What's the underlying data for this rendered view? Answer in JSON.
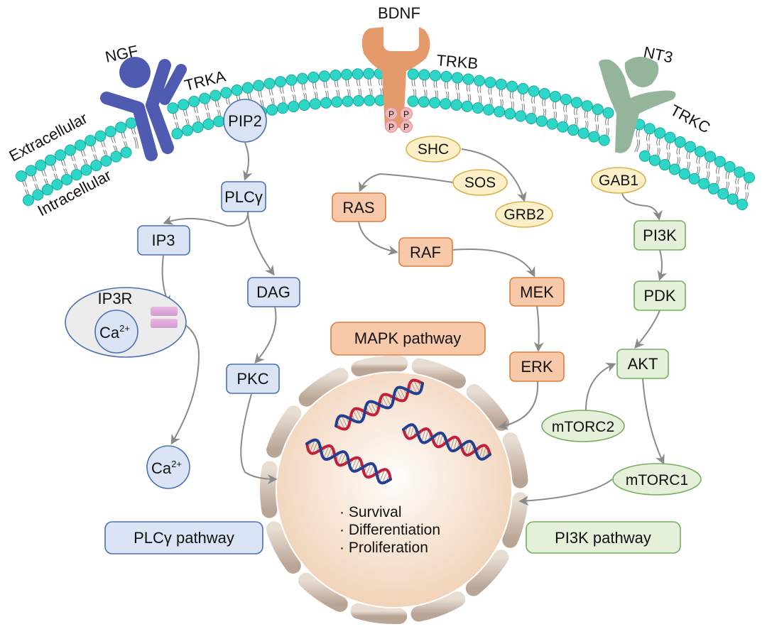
{
  "membrane": {
    "extracellular": "Extracellular",
    "intracellular": "Intracellular",
    "head_color": "#2ed6c8"
  },
  "receptors": {
    "ngf": "NGF",
    "trka": "TRKA",
    "bdnf": "BDNF",
    "trkb": "TRKB",
    "nt3": "NT3",
    "trkc": "TRKC",
    "phospho": "P",
    "colors": {
      "trka": "#4f5bb1",
      "trkb": "#e59a6b",
      "trkc": "#95b59a"
    }
  },
  "plc": {
    "pip2": "PIP2",
    "plcg": "PLCγ",
    "ip3": "IP3",
    "dag": "DAG",
    "pkc": "PKC",
    "ip3r": "IP3R",
    "ca": "Ca",
    "ca_sup": "2+",
    "pathway": "PLCγ pathway",
    "color": "#dbe4f4"
  },
  "mapk": {
    "shc": "SHC",
    "sos": "SOS",
    "grb2": "GRB2",
    "ras": "RAS",
    "raf": "RAF",
    "mek": "MEK",
    "erk": "ERK",
    "pathway": "MAPK pathway",
    "color": "#f7c9a8"
  },
  "pi3k": {
    "gab1": "GAB1",
    "pi3k": "PI3K",
    "pdk": "PDK",
    "akt": "AKT",
    "mtorc2": "mTORC2",
    "mtorc1": "mTORC1",
    "pathway": "PI3K pathway",
    "color": "#e4f0da"
  },
  "nucleus": {
    "outcomes": [
      "· Survival",
      "· Differentiation",
      "· Proliferation"
    ]
  }
}
